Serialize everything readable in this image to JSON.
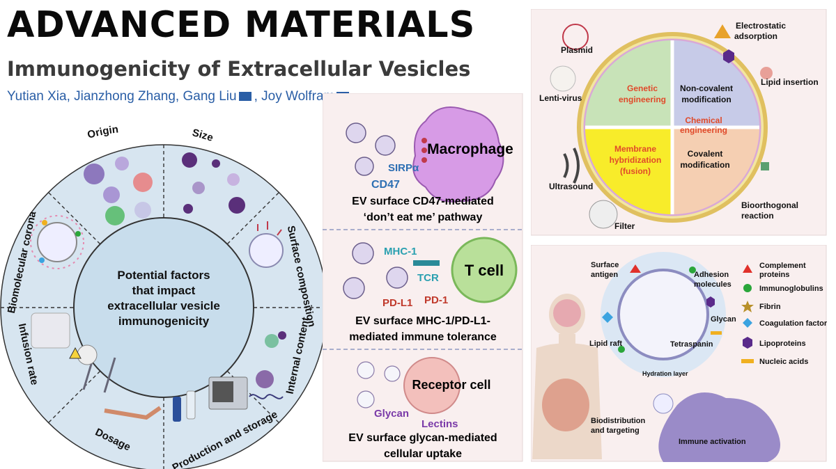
{
  "header": {
    "journal": "ADVANCED MATERIALS",
    "title": "Immunogenicity of Extracellular Vesicles",
    "authors": [
      "Yutian Xia",
      "Jianzhong Zhang",
      "Gang Liu",
      "Joy Wolfram"
    ]
  },
  "wheel": {
    "center": [
      "Potential factors",
      "that impact",
      "extracellular vesicle",
      "immunogenicity"
    ],
    "segments": [
      "Origin",
      "Size",
      "Surface composition",
      "Internal content",
      "Production and storage",
      "Dosage",
      "Infusion rate",
      "Biomolecular corona"
    ]
  },
  "pathways": {
    "p1": {
      "cell": "Macrophage",
      "labels": [
        "SIRPα",
        "CD47"
      ],
      "caption": [
        "EV surface CD47-mediated",
        "‘don’t eat me’ pathway"
      ]
    },
    "p2": {
      "cell": "T cell",
      "labels": [
        "MHC-1",
        "TCR",
        "PD-L1",
        "PD-1"
      ],
      "caption": [
        "EV surface MHC-1/PD-L1-",
        "mediated immune tolerance"
      ]
    },
    "p3": {
      "cell": "Receptor cell",
      "labels": [
        "Glycan",
        "Lectins"
      ],
      "caption": [
        "EV surface glycan-mediated",
        "cellular uptake"
      ]
    }
  },
  "engineering": {
    "quadrants": {
      "genetic": [
        "Genetic",
        "engineering"
      ],
      "noncovalent": [
        "Non-covalent",
        "modification"
      ],
      "membrane": [
        "Membrane",
        "hybridization",
        "(fusion)"
      ],
      "covalent": [
        "Covalent",
        "modification"
      ],
      "chemical": [
        "Chemical",
        "engineering"
      ]
    },
    "labels": {
      "plasmid": "Plasmid",
      "electrostatic": [
        "Electrostatic",
        "adsorption"
      ],
      "lentivirus": "Lenti-virus",
      "lipid_insertion": "Lipid insertion",
      "ultrasound": "Ultrasound",
      "filter": "Filter",
      "bioorthogonal": [
        "Bioorthogonal",
        "reaction"
      ]
    }
  },
  "corona": {
    "labels": {
      "surface_antigen": [
        "Surface",
        "antigen"
      ],
      "adhesion": [
        "Adhesion",
        "molecules"
      ],
      "glycan": "Glycan",
      "lipid_raft": "Lipid raft",
      "tetraspanin": "Tetraspanin",
      "hydration": "Hydration layer",
      "biodistribution": [
        "Biodistribution",
        "and targeting"
      ],
      "immune_activation": "Immune activation"
    },
    "legend": [
      {
        "label": [
          "Complement",
          "proteins"
        ],
        "color": "#e0302a",
        "shape": "triangle"
      },
      {
        "label": [
          "Immunoglobulins"
        ],
        "color": "#2aa63a",
        "shape": "circle"
      },
      {
        "label": [
          "Fibrin"
        ],
        "color": "#b8902a",
        "shape": "star"
      },
      {
        "label": [
          "Coagulation factors"
        ],
        "color": "#3ba3e0",
        "shape": "diamond"
      },
      {
        "label": [
          "Lipoproteins"
        ],
        "color": "#5a2a8a",
        "shape": "hexagon"
      },
      {
        "label": [
          "Nucleic acids"
        ],
        "color": "#f0b020",
        "shape": "bar"
      }
    ]
  },
  "colors": {
    "wheel_outer": "#d7e5f0",
    "wheel_inner": "#c8ddec",
    "pathway_bg": "#f9efef",
    "accent_blue": "#2a5ea6",
    "label_blue": "#2d6fb3",
    "label_teal": "#2aa0b0",
    "label_red": "#c0392b",
    "label_purple": "#7a3aa8",
    "quad_green": "#c8e3b8",
    "quad_blue": "#c7cbe8",
    "quad_yellow": "#f8ec2a",
    "quad_orange": "#f5cfb2"
  }
}
